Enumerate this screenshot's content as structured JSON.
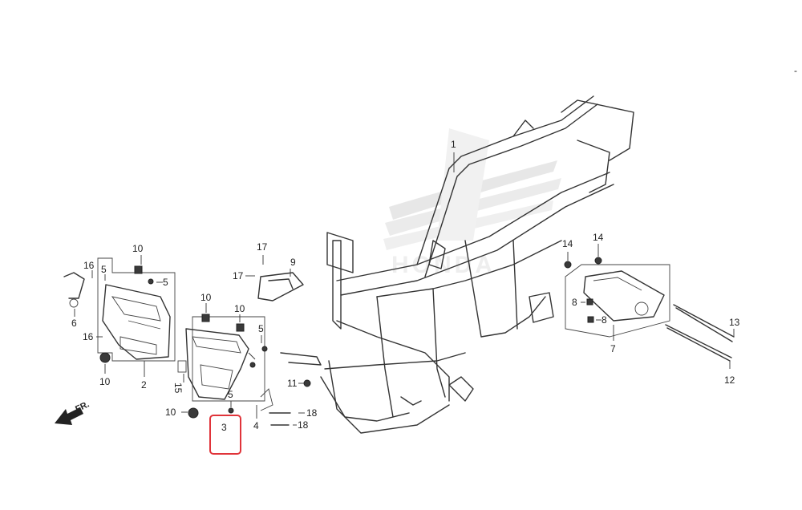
{
  "watermark": "HONDA",
  "direction_label": "FR.",
  "corner_mark": "-",
  "highlight_color": "#e0343a",
  "callouts": {
    "c1": "1",
    "c2": "2",
    "c3": "3",
    "c4": "4",
    "c5a": "5",
    "c5b": "5",
    "c5c": "5",
    "c5d": "5",
    "c6": "6",
    "c7": "7",
    "c8a": "8",
    "c8b": "8",
    "c9": "9",
    "c10a": "10",
    "c10b": "10",
    "c10c": "10",
    "c10d": "10",
    "c10e": "10",
    "c11": "11",
    "c12": "12",
    "c13": "13",
    "c14a": "14",
    "c14b": "14",
    "c15": "15",
    "c16a": "16",
    "c16b": "16",
    "c17a": "17",
    "c17b": "17",
    "c18a": "18",
    "c18b": "18"
  }
}
